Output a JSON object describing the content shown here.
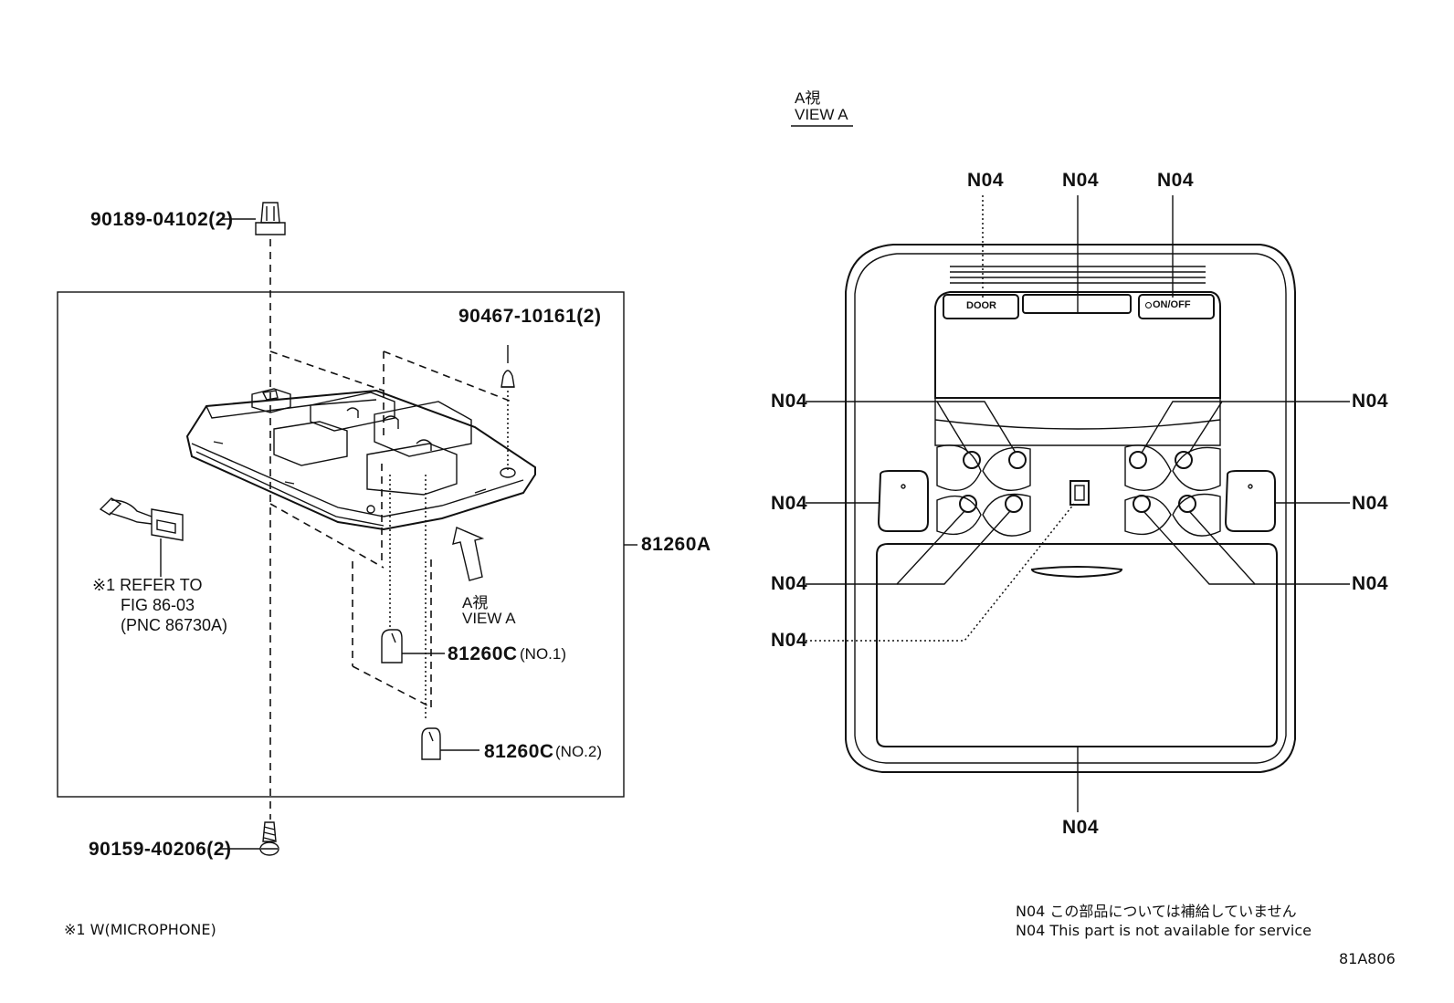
{
  "left": {
    "part_top_clip": "90189-04102(2)",
    "part_clip_inner": "90467-10161(2)",
    "part_bottom_screw": "90159-40206(2)",
    "assembly": "81260A",
    "bulb1_part": "81260C",
    "bulb1_tag": "(NO.1)",
    "bulb2_part": "81260C",
    "bulb2_tag": "(NO.2)",
    "ref_line1": "※1 REFER TO",
    "ref_line2": "FIG 86-03",
    "ref_line3": "(PNC 86730A)",
    "view_jp": "A視",
    "view_en": "VIEW A",
    "footnote": "※1 W(MICROPHONE)"
  },
  "right": {
    "view_jp": "A視",
    "view_en": "VIEW A",
    "callout": "N04",
    "door_button": "DOOR",
    "onoff_button": "ON/OFF"
  },
  "notes": {
    "jp": "N04 この部品については補給していません",
    "en": "N04 This part is not available for service"
  },
  "figure_code": "81A806"
}
